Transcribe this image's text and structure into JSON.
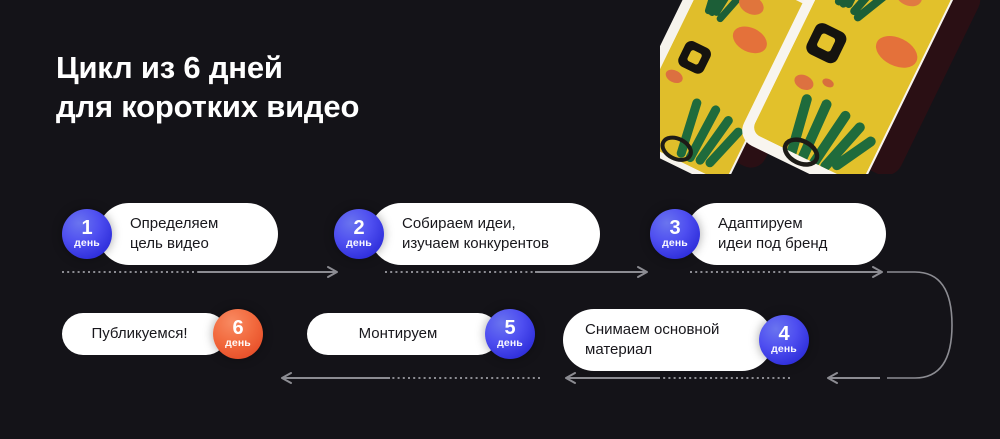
{
  "page": {
    "background_color": "#141318",
    "title_line1": "Цикл из 6 дней",
    "title_line2": "для коротких видео",
    "title_color": "#ffffff"
  },
  "illustration": {
    "name": "two-painted-smartphones",
    "description": "Две нарисованные от руки смартфона с жёлтыми экранами, зелёными листьями и оранжевыми цветами",
    "screen_color": "#e8c229",
    "leaf_color": "#1d6b3f",
    "flower_color": "#e8743a",
    "frame_color": "#f5f2ea",
    "icon_color": "#1a1a18"
  },
  "colors": {
    "circle_blue": "#3f3fe6",
    "circle_orange": "#ef5f33",
    "pill_white": "#ffffff",
    "pill_text": "#18171c",
    "connector_gray": "#8c8c92"
  },
  "day_word": "день",
  "steps": [
    {
      "day": "1",
      "day_word": "день",
      "text": "Определяем\nцель видео",
      "circle": "blue",
      "circle_side": "left"
    },
    {
      "day": "2",
      "day_word": "день",
      "text": "Собираем идеи,\nизучаем конкурентов",
      "circle": "blue",
      "circle_side": "left"
    },
    {
      "day": "3",
      "day_word": "день",
      "text": "Адаптируем\nидеи под бренд",
      "circle": "blue",
      "circle_side": "left"
    },
    {
      "day": "4",
      "day_word": "день",
      "text": "Снимаем основной\nматериал",
      "circle": "blue",
      "circle_side": "right"
    },
    {
      "day": "5",
      "day_word": "день",
      "text": "Монтируем",
      "circle": "blue",
      "circle_side": "right"
    },
    {
      "day": "6",
      "day_word": "день",
      "text": "Публикуемся!",
      "circle": "orange",
      "circle_side": "right"
    }
  ],
  "connectors": {
    "row1_direction": "right",
    "row2_direction": "left",
    "wrap_side": "right",
    "style": "dotted-then-solid-with-arrowhead"
  }
}
